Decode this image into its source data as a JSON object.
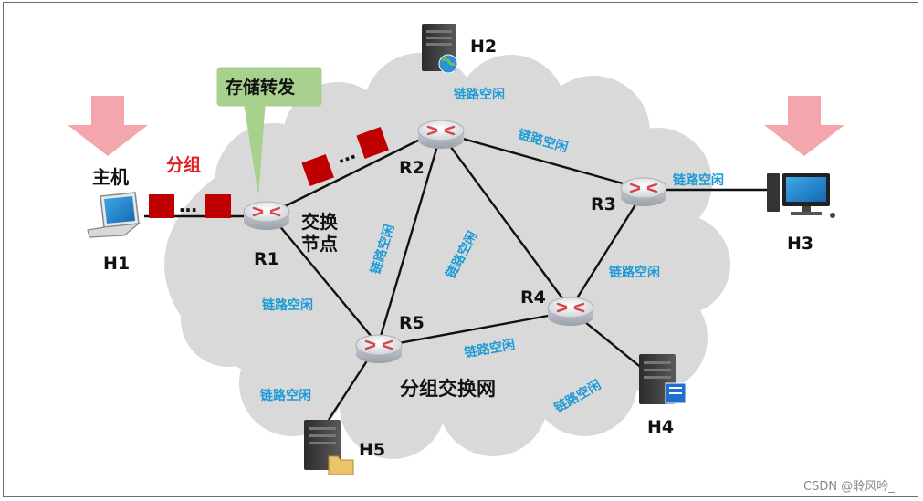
{
  "nodes": {
    "r1": "R1",
    "r2": "R2",
    "r3": "R3",
    "r4": "R4",
    "r5": "R5",
    "h1": "H1",
    "h2": "H2",
    "h3": "H3",
    "h4": "H4",
    "h5": "H5"
  },
  "labels": {
    "host": "主机",
    "packet": "分组",
    "store_forward": "存储转发",
    "switch_node_line1": "交换",
    "switch_node_line2": "节点",
    "network": "分组交换网",
    "ellipsis": "…"
  },
  "link_idle": "链路空闲",
  "watermark": "CSDN @聆风吟_",
  "colors": {
    "cloud": "#d9d9d9",
    "callout": "#a9d18e",
    "packet": "#c00000",
    "arrow": "#f4a6ad",
    "link_text": "#1e9bd7"
  }
}
